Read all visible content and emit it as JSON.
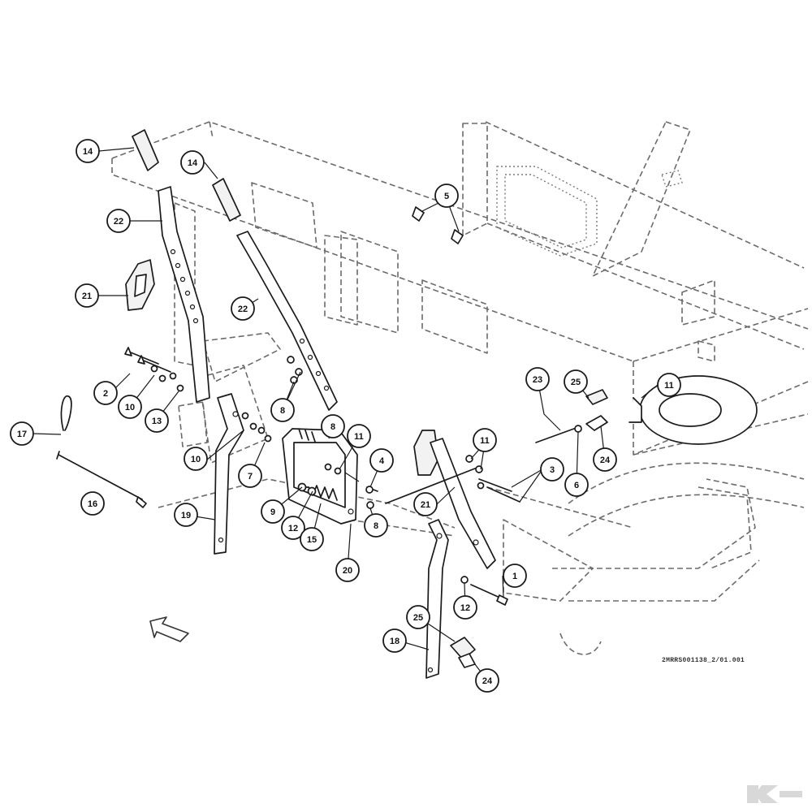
{
  "diagram": {
    "drawing_code": "2MRRS001138_2/01.001",
    "watermark_logo": "K",
    "callouts": [
      {
        "id": "c14a",
        "label": "14"
      },
      {
        "id": "c14b",
        "label": "14"
      },
      {
        "id": "c22a",
        "label": "22"
      },
      {
        "id": "c22b",
        "label": "22"
      },
      {
        "id": "c21a",
        "label": "21"
      },
      {
        "id": "c21b",
        "label": "21"
      },
      {
        "id": "c5",
        "label": "5"
      },
      {
        "id": "c2",
        "label": "2"
      },
      {
        "id": "c10a",
        "label": "10"
      },
      {
        "id": "c10b",
        "label": "10"
      },
      {
        "id": "c13",
        "label": "13"
      },
      {
        "id": "c17",
        "label": "17"
      },
      {
        "id": "c16",
        "label": "16"
      },
      {
        "id": "c19",
        "label": "19"
      },
      {
        "id": "c7",
        "label": "7"
      },
      {
        "id": "c8a",
        "label": "8"
      },
      {
        "id": "c8b",
        "label": "8"
      },
      {
        "id": "c8c",
        "label": "8"
      },
      {
        "id": "c9",
        "label": "9"
      },
      {
        "id": "c12a",
        "label": "12"
      },
      {
        "id": "c12b",
        "label": "12"
      },
      {
        "id": "c15",
        "label": "15"
      },
      {
        "id": "c20",
        "label": "20"
      },
      {
        "id": "c11a",
        "label": "11"
      },
      {
        "id": "c11b",
        "label": "11"
      },
      {
        "id": "c11c",
        "label": "11"
      },
      {
        "id": "c4",
        "label": "4"
      },
      {
        "id": "c23",
        "label": "23"
      },
      {
        "id": "c25a",
        "label": "25"
      },
      {
        "id": "c25b",
        "label": "25"
      },
      {
        "id": "c24a",
        "label": "24"
      },
      {
        "id": "c24b",
        "label": "24"
      },
      {
        "id": "c6",
        "label": "6"
      },
      {
        "id": "c3",
        "label": "3"
      },
      {
        "id": "c1",
        "label": "1"
      },
      {
        "id": "c18",
        "label": "18"
      }
    ]
  }
}
